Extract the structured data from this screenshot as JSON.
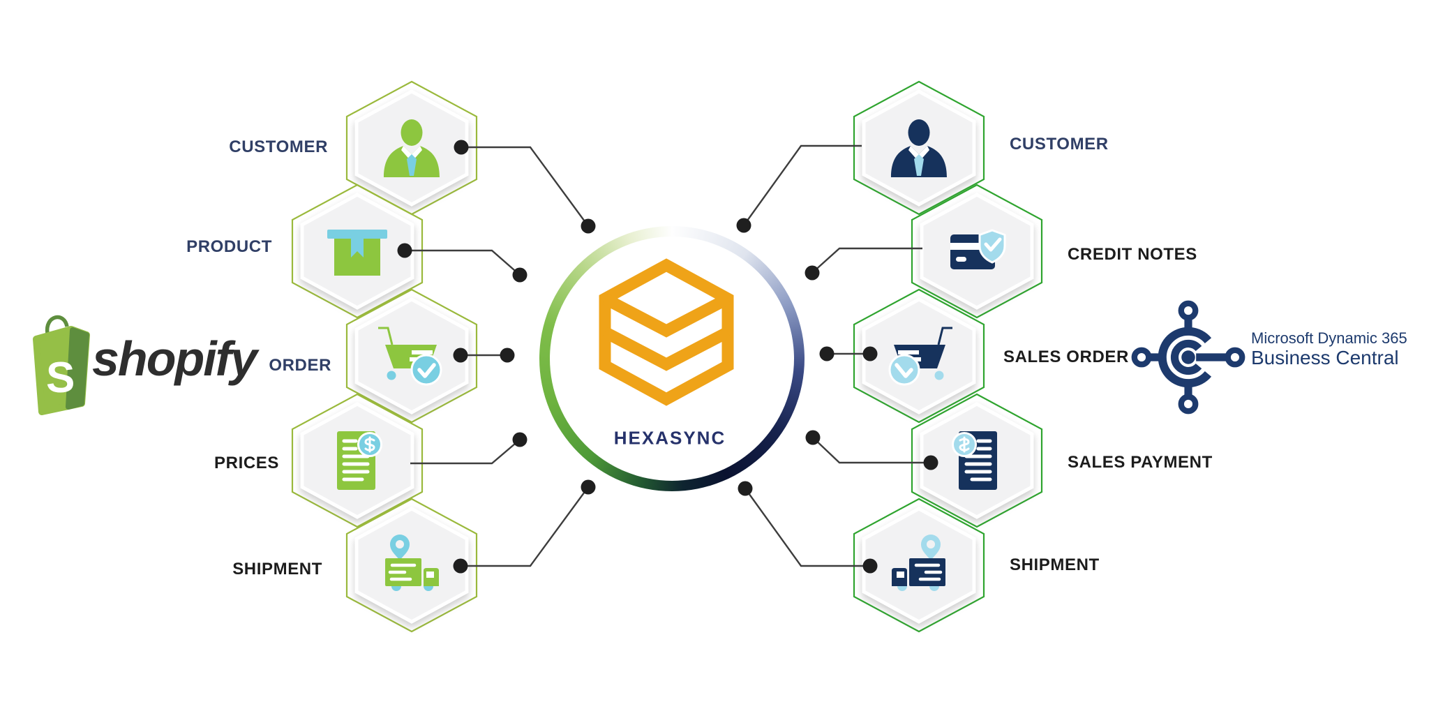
{
  "source_platform": {
    "wordmark": "shopify",
    "bag_letter": "S"
  },
  "hub": {
    "label": "HEXASYNC"
  },
  "target_platform": {
    "line1": "Microsoft Dynamic 365",
    "line2": "Business Central"
  },
  "left_items": [
    {
      "label": "CUSTOMER",
      "icon": "businessman-icon"
    },
    {
      "label": "PRODUCT",
      "icon": "product-box-icon"
    },
    {
      "label": "ORDER",
      "icon": "cart-check-icon"
    },
    {
      "label": "PRICES",
      "icon": "price-list-icon"
    },
    {
      "label": "SHIPMENT",
      "icon": "delivery-truck-icon"
    }
  ],
  "right_items": [
    {
      "label": "CUSTOMER",
      "icon": "businessman-icon"
    },
    {
      "label": "CREDIT NOTES",
      "icon": "credit-card-shield-icon"
    },
    {
      "label": "SALES ORDER",
      "icon": "cart-check-icon"
    },
    {
      "label": "SALES PAYMENT",
      "icon": "price-list-icon"
    },
    {
      "label": "SHIPMENT",
      "icon": "delivery-truck-icon"
    }
  ],
  "colors": {
    "shopify_green": "#95bf47",
    "shopify_green_dark": "#5e8e3e",
    "item_green": "#8dc63f",
    "item_navy": "#16325c",
    "accent_blue_left": "#79cfe2",
    "accent_blue_right": "#a3dbec",
    "hex_border_left": "#9ab93c",
    "hex_border_right": "#2fa42f",
    "hub_orange": "#efa318",
    "label_navy": "#303f66",
    "label_black": "#1c1c1c",
    "bc_navy": "#1d3a6d",
    "connector": "#3d3d3d"
  }
}
